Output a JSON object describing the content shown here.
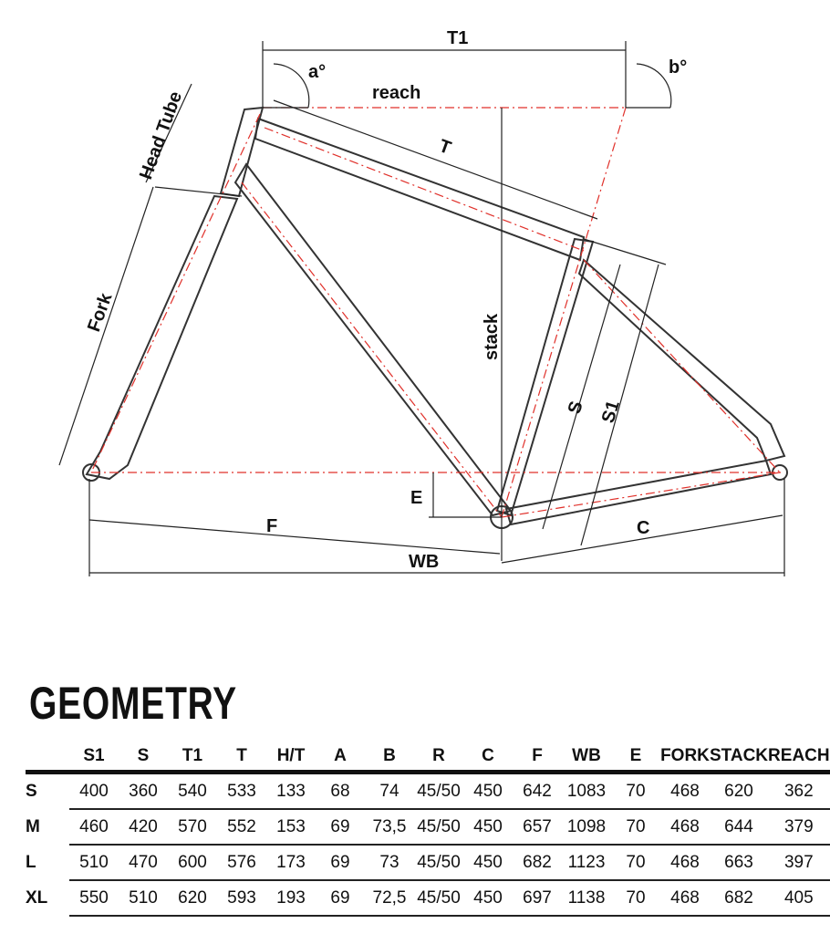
{
  "diagram": {
    "labels": {
      "t1": "T1",
      "a": "a°",
      "b": "b°",
      "reach": "reach",
      "t": "T",
      "head_tube": "Head Tube",
      "fork": "Fork",
      "stack": "stack",
      "s": "S",
      "s1": "S1",
      "e": "E",
      "f": "F",
      "c": "C",
      "wb": "WB"
    }
  },
  "geometry": {
    "title": "GEOMETRY",
    "columns": [
      "S1",
      "S",
      "T1",
      "T",
      "H/T",
      "A",
      "B",
      "R",
      "C",
      "F",
      "WB",
      "E",
      "FORK",
      "STACK",
      "REACH"
    ],
    "rows": [
      {
        "size": "S",
        "values": [
          "400",
          "360",
          "540",
          "533",
          "133",
          "68",
          "74",
          "45/50",
          "450",
          "642",
          "1083",
          "70",
          "468",
          "620",
          "362"
        ]
      },
      {
        "size": "M",
        "values": [
          "460",
          "420",
          "570",
          "552",
          "153",
          "69",
          "73,5",
          "45/50",
          "450",
          "657",
          "1098",
          "70",
          "468",
          "644",
          "379"
        ]
      },
      {
        "size": "L",
        "values": [
          "510",
          "470",
          "600",
          "576",
          "173",
          "69",
          "73",
          "45/50",
          "450",
          "682",
          "1123",
          "70",
          "468",
          "663",
          "397"
        ]
      },
      {
        "size": "XL",
        "values": [
          "550",
          "510",
          "620",
          "593",
          "193",
          "69",
          "72,5",
          "45/50",
          "450",
          "697",
          "1138",
          "70",
          "468",
          "682",
          "405"
        ]
      }
    ]
  }
}
